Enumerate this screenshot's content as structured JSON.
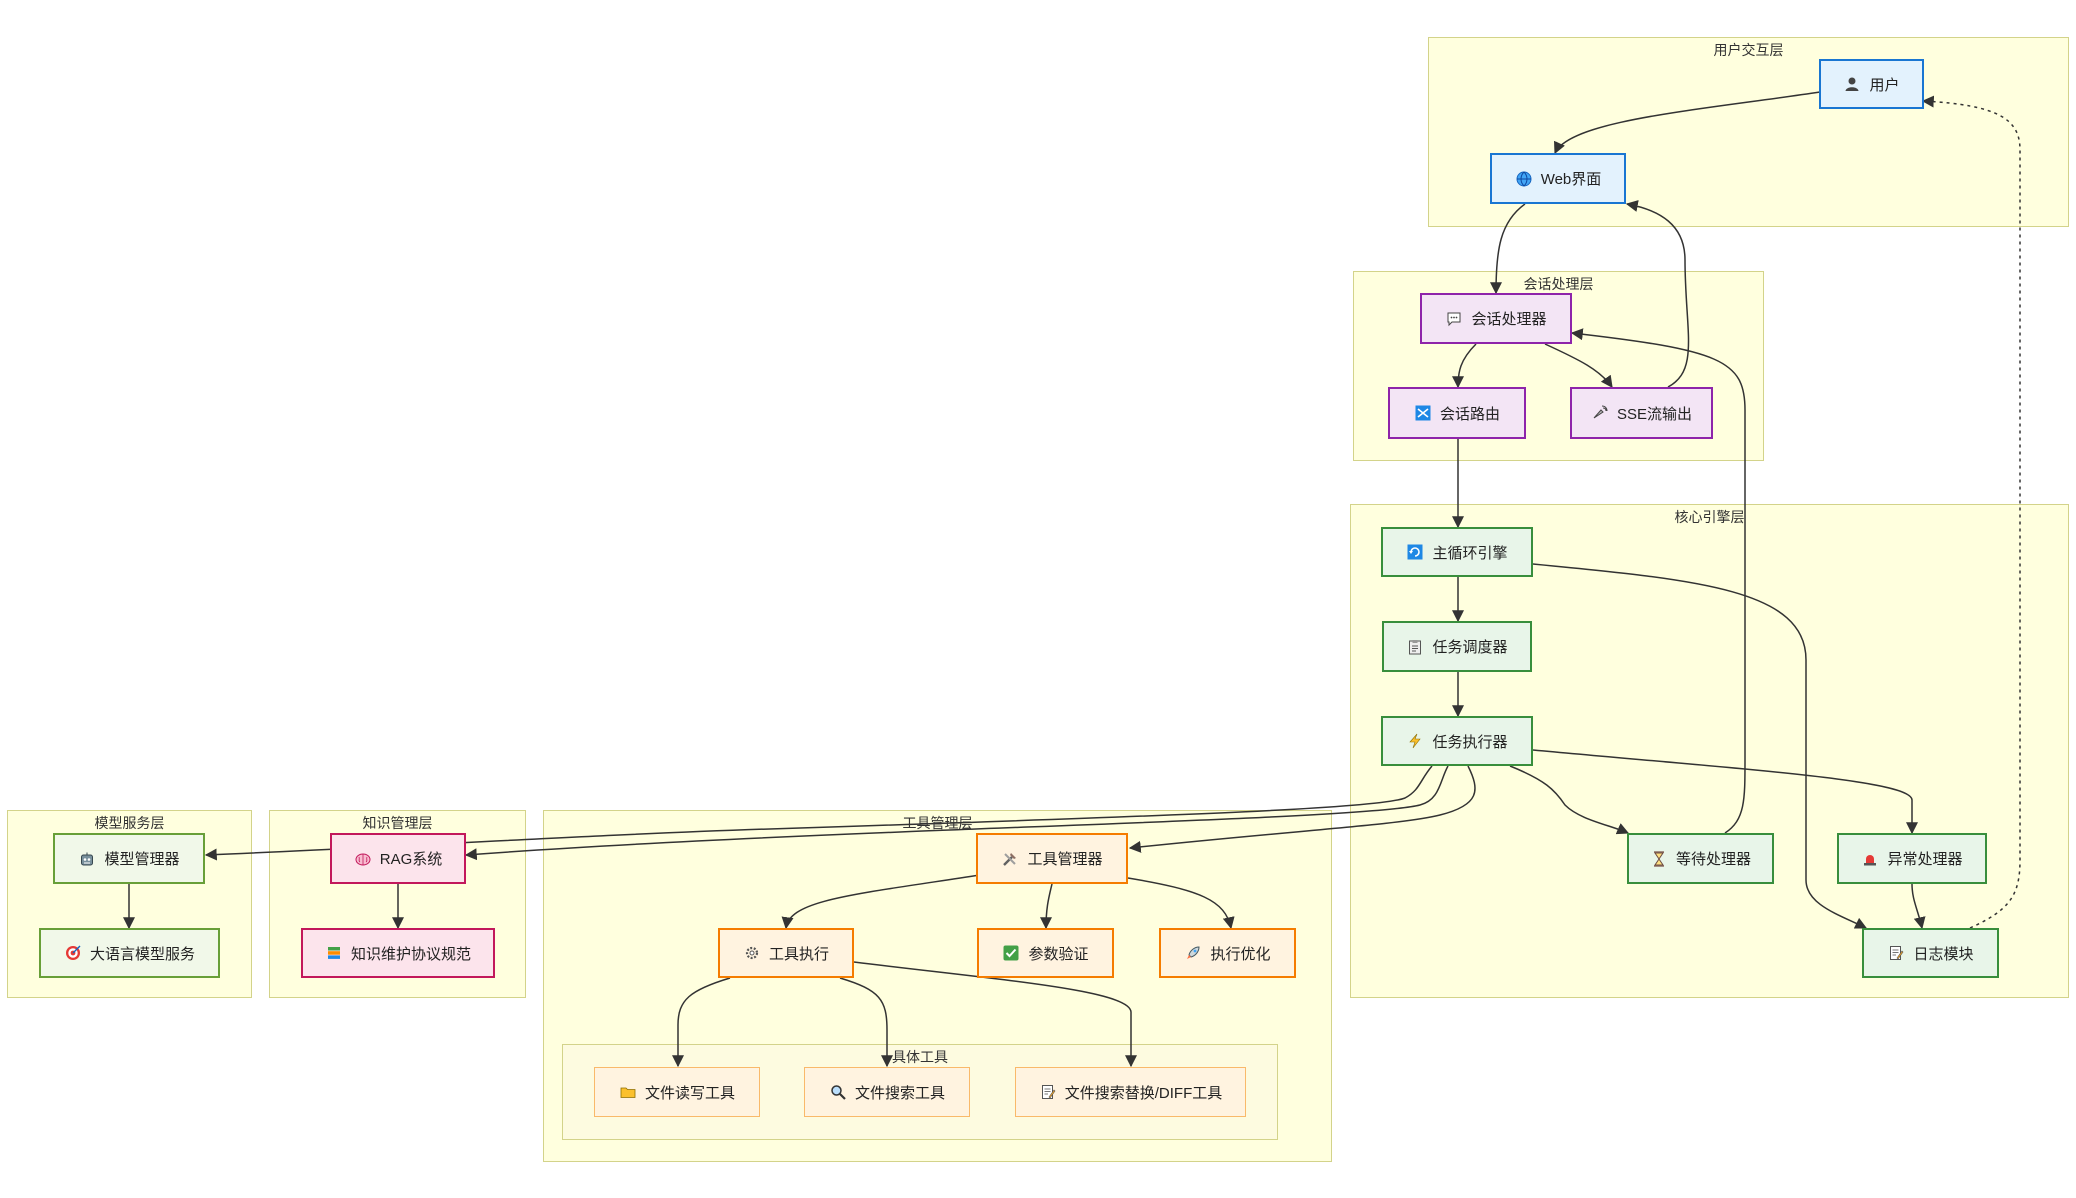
{
  "layers": {
    "user": "用户交互层",
    "session": "会话处理层",
    "core": "核心引擎层",
    "model": "模型服务层",
    "knowledge": "知识管理层",
    "tools": "工具管理层",
    "concrete": "具体工具"
  },
  "nodes": {
    "user": "用户",
    "web": "Web界面",
    "session_handler": "会话处理器",
    "session_router": "会话路由",
    "sse": "SSE流输出",
    "main_loop": "主循环引擎",
    "scheduler": "任务调度器",
    "executor": "任务执行器",
    "waiting": "等待处理器",
    "exception": "异常处理器",
    "log": "日志模块",
    "model_manager": "模型管理器",
    "llm": "大语言模型服务",
    "rag": "RAG系统",
    "knowledge_spec": "知识维护协议规范",
    "tool_manager": "工具管理器",
    "tool_exec": "工具执行",
    "param_check": "参数验证",
    "exec_opt": "执行优化",
    "file_rw": "文件读写工具",
    "file_search": "文件搜索工具",
    "file_replace": "文件搜索替换/DIFF工具"
  },
  "icons": {
    "user": "bust-icon",
    "web": "globe-icon",
    "session_handler": "speech-bubble-icon",
    "session_router": "shuffle-icon",
    "sse": "broadcast-icon",
    "main_loop": "refresh-icon",
    "scheduler": "clipboard-icon",
    "executor": "lightning-icon",
    "waiting": "hourglass-icon",
    "exception": "siren-icon",
    "log": "memo-icon",
    "model_manager": "robot-icon",
    "llm": "target-icon",
    "rag": "brain-icon",
    "knowledge_spec": "books-icon",
    "tool_manager": "tools-icon",
    "tool_exec": "gear-icon",
    "param_check": "check-mark-icon",
    "exec_opt": "rocket-icon",
    "file_rw": "folder-icon",
    "file_search": "magnifier-icon",
    "file_replace": "document-icon"
  },
  "colors": {
    "layer_fill": "#ffffde",
    "layer_border": "#d3d38a",
    "user_border": "#1976d2",
    "session_border": "#8e24aa",
    "core_border": "#388e3c",
    "model_border": "#689f38",
    "knowledge_border": "#c2185b",
    "tool_border": "#f57c00"
  }
}
